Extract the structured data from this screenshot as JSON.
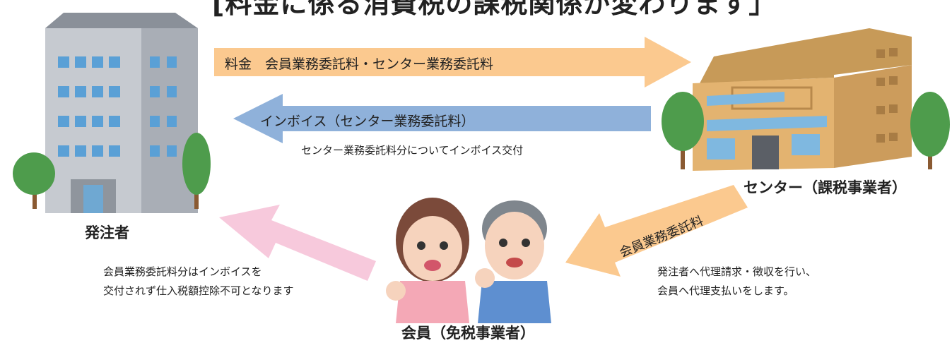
{
  "title": "[料金に係る消費税の課税関係が変わります」",
  "arrows": {
    "fee": "料金　会員業務委託料・センター業務委託料",
    "invoice": "インボイス（センター業務委託料）",
    "invoice_sub": "センター業務委託料分についてインボイス交付",
    "member_fee": "会員業務委託料"
  },
  "parties": {
    "client": "発注者",
    "center": "センター（課税事業者）",
    "member": "会員（免税事業者）"
  },
  "notes": {
    "left": [
      "会員業務委託料分はインボイスを",
      "交付されず仕入税額控除不可となります"
    ],
    "right": [
      "発注者へ代理請求・徴収を行い、",
      "会員へ代理支払いをします。"
    ]
  },
  "colors": {
    "orange_arrow": "#fbc98f",
    "blue_arrow": "#8fb1da",
    "pink_arrow": "#f7c9dc",
    "building_gray": "#bfc3c9",
    "building_tan": "#e3b370",
    "tree_green": "#4e9c4c"
  }
}
